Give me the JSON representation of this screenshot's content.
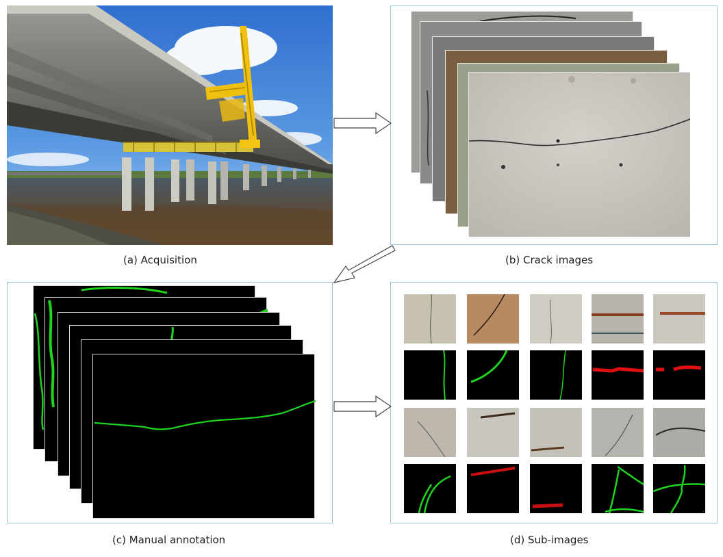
{
  "captions": {
    "a": "(a) Acquisition",
    "b": "(b) Crack images",
    "c": "(c) Manual annotation",
    "d": "(d) Sub-images"
  },
  "colors": {
    "panel_border": "#9cc3e0",
    "mask_crack_green": "#1ed41e",
    "mask_spall_red": "#e01010",
    "sky_blue": "#3f7fd6"
  },
  "icons": {
    "arrow_right": "hollow-arrow-right-icon",
    "arrow_down_left": "hollow-arrow-down-left-icon"
  }
}
